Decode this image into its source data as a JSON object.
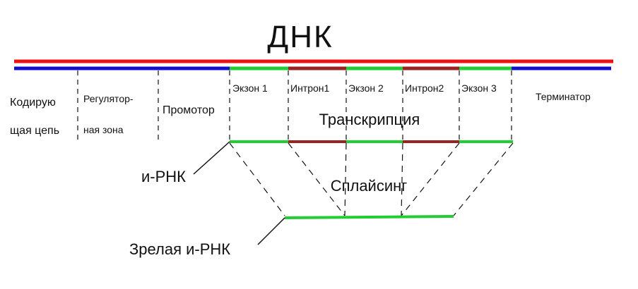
{
  "title": "ДНК",
  "strands": {
    "coding_strand_color": "#ee1111",
    "template_strand_color": "#1111cc"
  },
  "colors": {
    "exon": "#22cc33",
    "intron": "#992222",
    "dash": "#111111"
  },
  "regions": {
    "coding_line1": "Кодирую",
    "coding_line2": "щая цепь",
    "regulatory_line1": "Регулятор-",
    "regulatory_line2": "ная зона",
    "promoter": "Промотор",
    "exon1": "Экзон 1",
    "intron1": "Интрон1",
    "exon2": "Экзон 2",
    "intron2": "Интрон2",
    "exon3": "Экзон 3",
    "terminator": "Терминатор"
  },
  "steps": {
    "transcription": "Транскрипция",
    "splicing": "Сплайсинг"
  },
  "products": {
    "mrna": "и-РНК",
    "mature_mrna": "Зрелая и-РНК"
  }
}
